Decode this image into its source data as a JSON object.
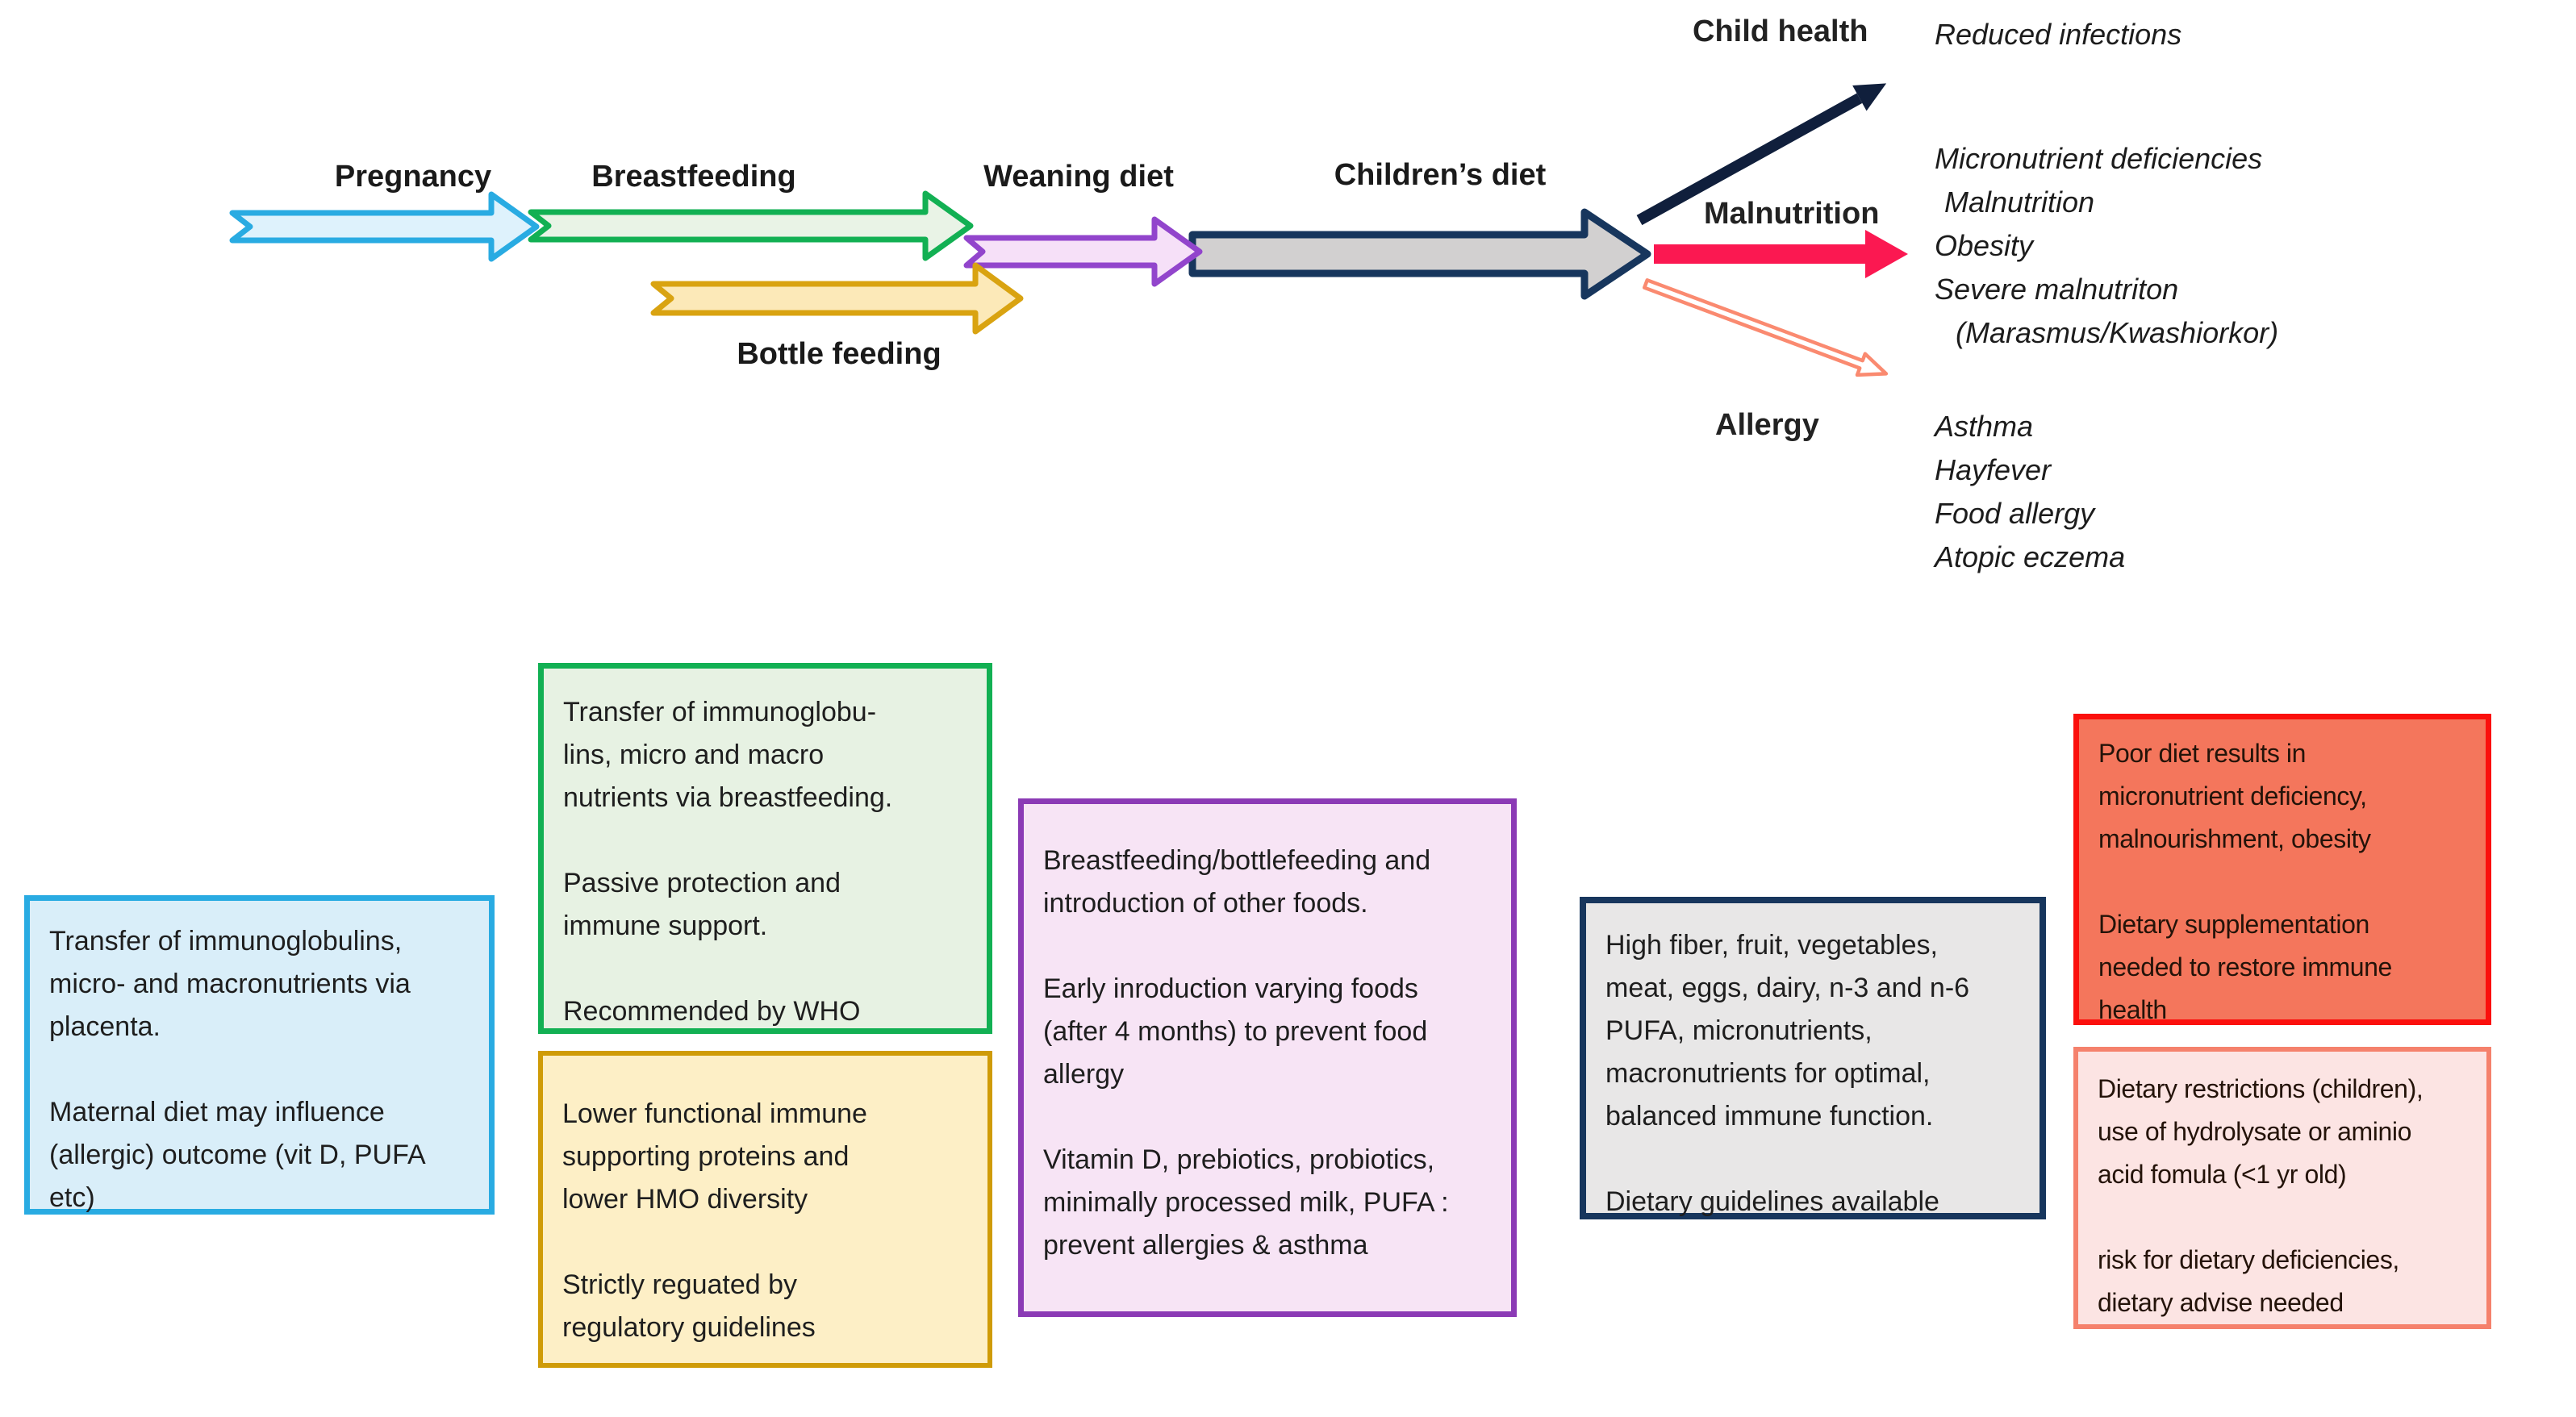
{
  "palette": {
    "pregnancy_arrow": "#29abe2",
    "breastfeeding_arrow": "#12b053",
    "bottle_feeding_arrow": "#d9a311",
    "weaning_arrow": "#9245cc",
    "childrens_diet_border": "#17365d",
    "childrens_diet_fill": "#d2d0d0",
    "child_health_arrow": "#101f3c",
    "malnutrition_arrow": "#fb1851",
    "allergy_arrow": "#fa8a70",
    "red_box_border": "#fb100d",
    "red_box_fill": "#f4765c",
    "pink_box_border": "#f5816c",
    "pink_box_fill": "#fce4e3"
  },
  "stages": {
    "pregnancy": "Pregnancy",
    "breastfeeding": "Breastfeeding",
    "bottle_feeding": "Bottle feeding",
    "weaning": "Weaning diet",
    "childrens_diet": "Children’s diet"
  },
  "branches": {
    "child_health": {
      "label": "Child health",
      "outcomes": [
        "Reduced infections"
      ]
    },
    "malnutrition": {
      "label": "Malnutrition",
      "outcomes": [
        "Micronutrient deficiencies",
        "Malnutrition",
        "Obesity",
        "Severe malnutriton",
        "(Marasmus/Kwashiorkor)"
      ]
    },
    "allergy": {
      "label": "Allergy",
      "outcomes": [
        "Asthma",
        "Hayfever",
        "Food allergy",
        "Atopic eczema"
      ]
    }
  },
  "boxes": {
    "pregnancy_box": {
      "lines": [
        "Transfer of immunoglobulins,",
        "micro- and macronutrients via",
        "placenta.",
        "",
        "Maternal diet may influence",
        "(allergic) outcome (vit D, PUFA",
        "etc)"
      ]
    },
    "breastfeeding_box": {
      "lines": [
        "Transfer of immunoglobu-",
        "lins, micro and macro",
        "nutrients via breastfeeding.",
        "",
        "Passive protection and",
        "immune support.",
        "",
        "Recommended by WHO"
      ]
    },
    "bottle_feeding_box": {
      "lines": [
        "Lower functional immune",
        "supporting proteins and",
        "lower HMO diversity",
        "",
        "Strictly reguated by",
        "regulatory guidelines"
      ]
    },
    "weaning_box": {
      "lines": [
        "Breastfeeding/bottlefeeding and",
        "introduction of other foods.",
        "",
        "Early inroduction varying foods",
        "(after 4 months) to prevent food",
        "allergy",
        "",
        "Vitamin D, prebiotics, probiotics,",
        "minimally processed milk, PUFA :",
        "prevent allergies & asthma"
      ]
    },
    "childrens_diet_box": {
      "lines": [
        "High fiber, fruit, vegetables,",
        "meat, eggs, dairy, n-3 and n-6",
        "PUFA, micronutrients,",
        "macronutrients for optimal,",
        "balanced immune function.",
        "",
        "Dietary guidelines available"
      ]
    },
    "poor_diet_box": {
      "lines": [
        "Poor diet results in",
        "micronutrient deficiency,",
        "malnourishment, obesity",
        "",
        "Dietary supplementation",
        "needed to restore immune",
        "health"
      ]
    },
    "dietary_restrictions_box": {
      "lines": [
        "Dietary restrictions (children),",
        "use of hydrolysate or aminio",
        "acid fomula (<1 yr old)",
        "",
        "risk for dietary deficiencies,",
        "dietary advise needed"
      ]
    }
  }
}
